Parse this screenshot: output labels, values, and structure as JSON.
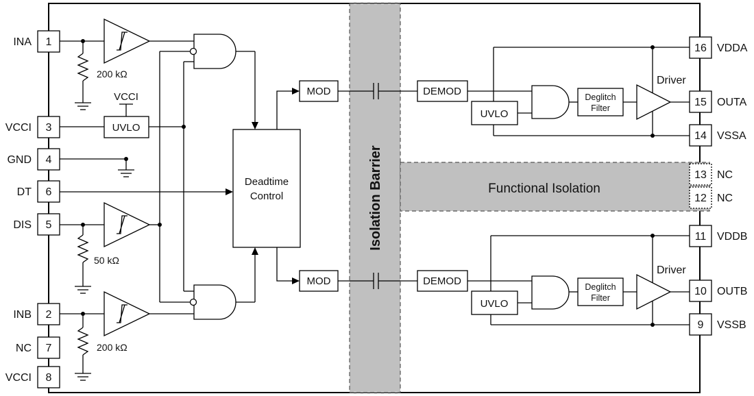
{
  "pins_left": [
    {
      "num": "1",
      "name": "INA"
    },
    {
      "num": "3",
      "name": "VCCI"
    },
    {
      "num": "4",
      "name": "GND"
    },
    {
      "num": "6",
      "name": "DT"
    },
    {
      "num": "5",
      "name": "DIS"
    },
    {
      "num": "2",
      "name": "INB"
    },
    {
      "num": "7",
      "name": "NC"
    },
    {
      "num": "8",
      "name": "VCCI"
    }
  ],
  "pins_right": [
    {
      "num": "16",
      "name": "VDDA"
    },
    {
      "num": "15",
      "name": "OUTA"
    },
    {
      "num": "14",
      "name": "VSSA"
    },
    {
      "num": "13",
      "name": "NC"
    },
    {
      "num": "12",
      "name": "NC"
    },
    {
      "num": "11",
      "name": "VDDB"
    },
    {
      "num": "10",
      "name": "OUTB"
    },
    {
      "num": "9",
      "name": "VSSB"
    }
  ],
  "resistors": {
    "ina": "200 kΩ",
    "dis": "50 kΩ",
    "inb": "200 kΩ"
  },
  "labels": {
    "vcci_supply": "VCCI",
    "uvlo": "UVLO",
    "deadtime_line1": "Deadtime",
    "deadtime_line2": "Control",
    "mod": "MOD",
    "demod": "DEMOD",
    "deglitch_line1": "Deglitch",
    "deglitch_line2": "Filter",
    "driver": "Driver",
    "isolation_barrier": "Isolation Barrier",
    "functional_isolation": "Functional Isolation"
  },
  "colors": {
    "barrier_fill": "#c0c0c0",
    "line": "#000000"
  }
}
